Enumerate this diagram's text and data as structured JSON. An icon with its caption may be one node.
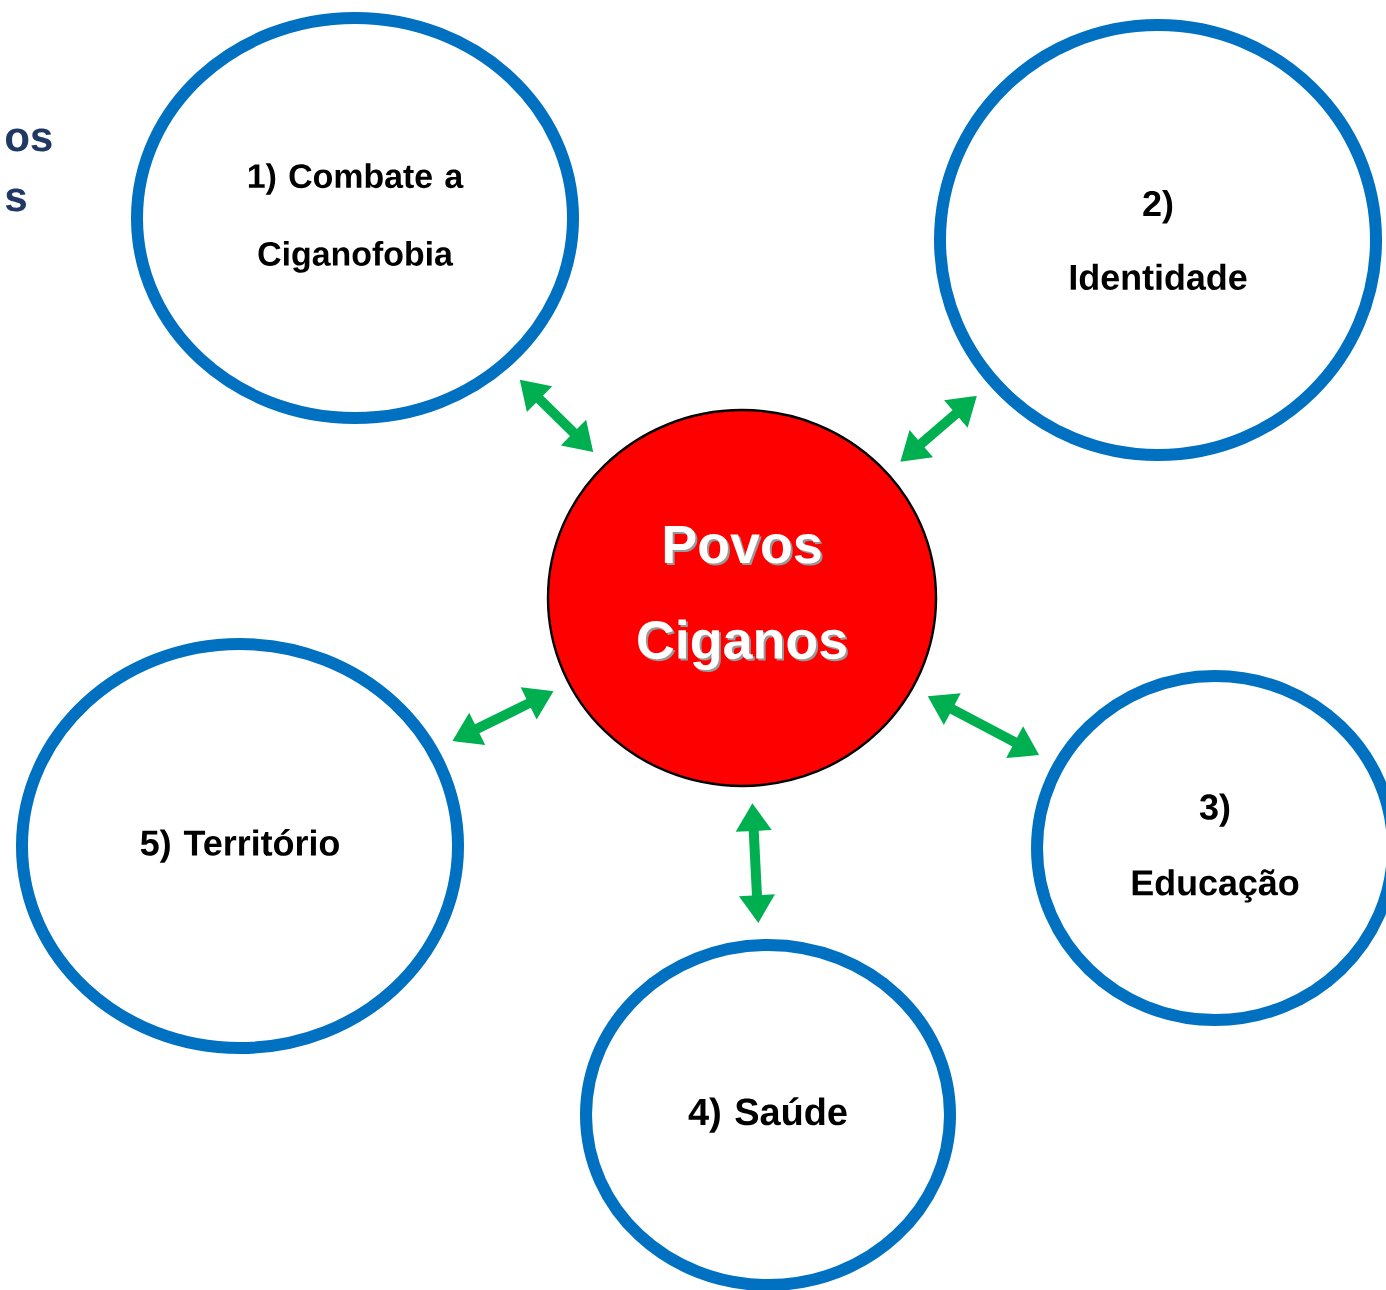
{
  "diagram": {
    "nodes": [
      {
        "text": [
          "Povos Ciganos"
        ]
      },
      {
        "text": [
          "1) Combate a Ciganofobia"
        ]
      },
      {
        "text": [
          "2) Identidade"
        ]
      },
      {
        "text": [
          "3) Educação"
        ]
      },
      {
        "text": [
          "4) Saúde"
        ]
      },
      {
        "text": [
          "5) Território"
        ]
      }
    ],
    "edges": [
      {
        "from": 0,
        "to": 1,
        "arrow": "both"
      },
      {
        "from": 0,
        "to": 2,
        "arrow": "both"
      },
      {
        "from": 0,
        "to": 3,
        "arrow": "both"
      },
      {
        "from": 0,
        "to": 4,
        "arrow": "both"
      },
      {
        "from": 0,
        "to": 5,
        "arrow": "both"
      }
    ],
    "labels": [
      "os",
      "s"
    ]
  }
}
